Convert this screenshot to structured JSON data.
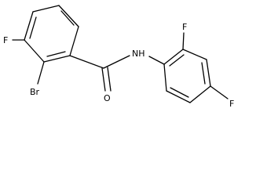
{
  "molecule": {
    "atom_labels": {
      "f_top": "F",
      "br": "Br",
      "o": "O",
      "nh": "NH",
      "f_ortho": "F",
      "f_para": "F"
    },
    "colors": {
      "bond": "#000000",
      "label": "#000000",
      "background": "#ffffff"
    }
  }
}
